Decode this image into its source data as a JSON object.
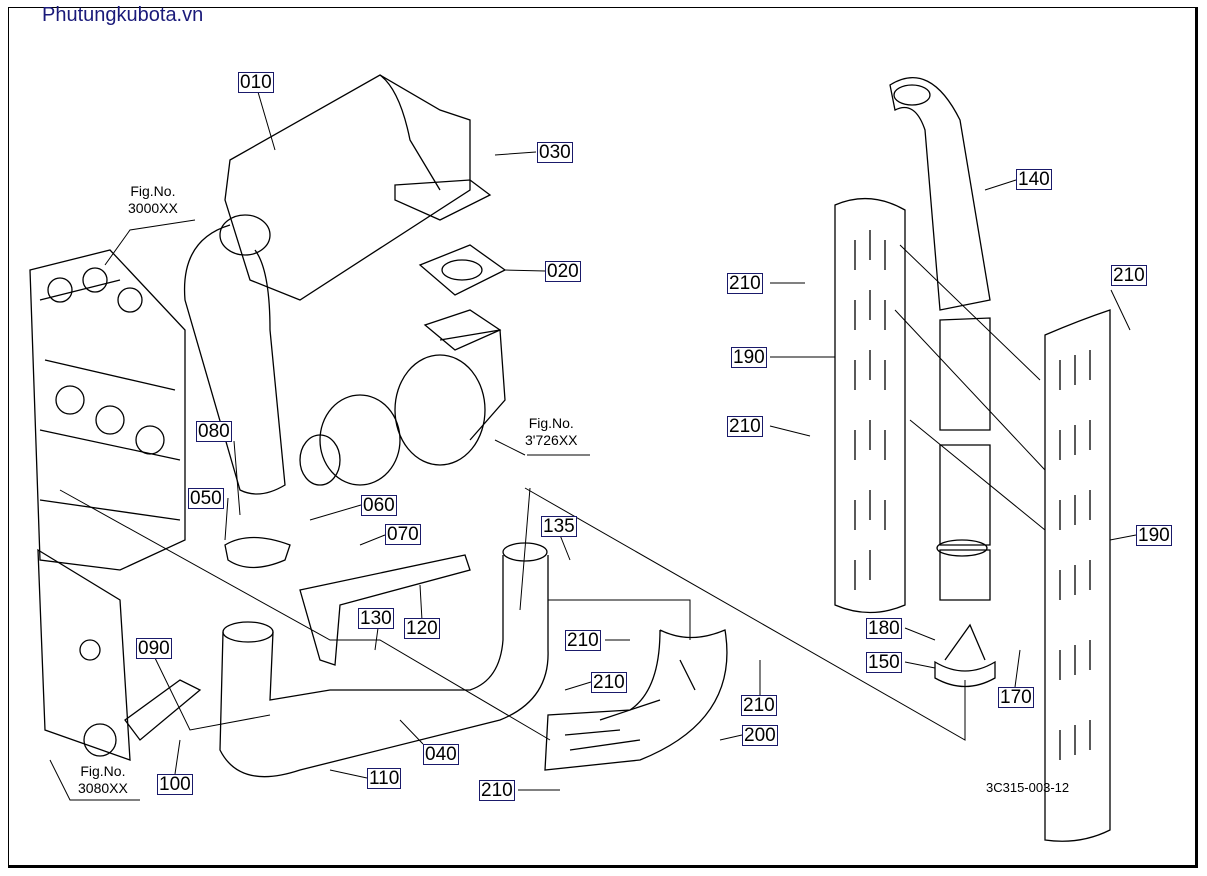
{
  "watermark": "Phutungkubota.vn",
  "diagram_code": "3C315-003-12",
  "figure_refs": [
    {
      "line1": "Fig.No.",
      "line2": "3000XX"
    },
    {
      "line1": "Fig.No.",
      "line2": "3'726XX"
    },
    {
      "line1": "Fig.No.",
      "line2": "3080XX"
    }
  ],
  "parts": [
    "010",
    "030",
    "020",
    "140",
    "210",
    "210",
    "190",
    "210",
    "080",
    "050",
    "060",
    "070",
    "135",
    "130",
    "120",
    "210",
    "210",
    "210",
    "190",
    "180",
    "150",
    "170",
    "090",
    "040",
    "200",
    "110",
    "100",
    "210"
  ]
}
